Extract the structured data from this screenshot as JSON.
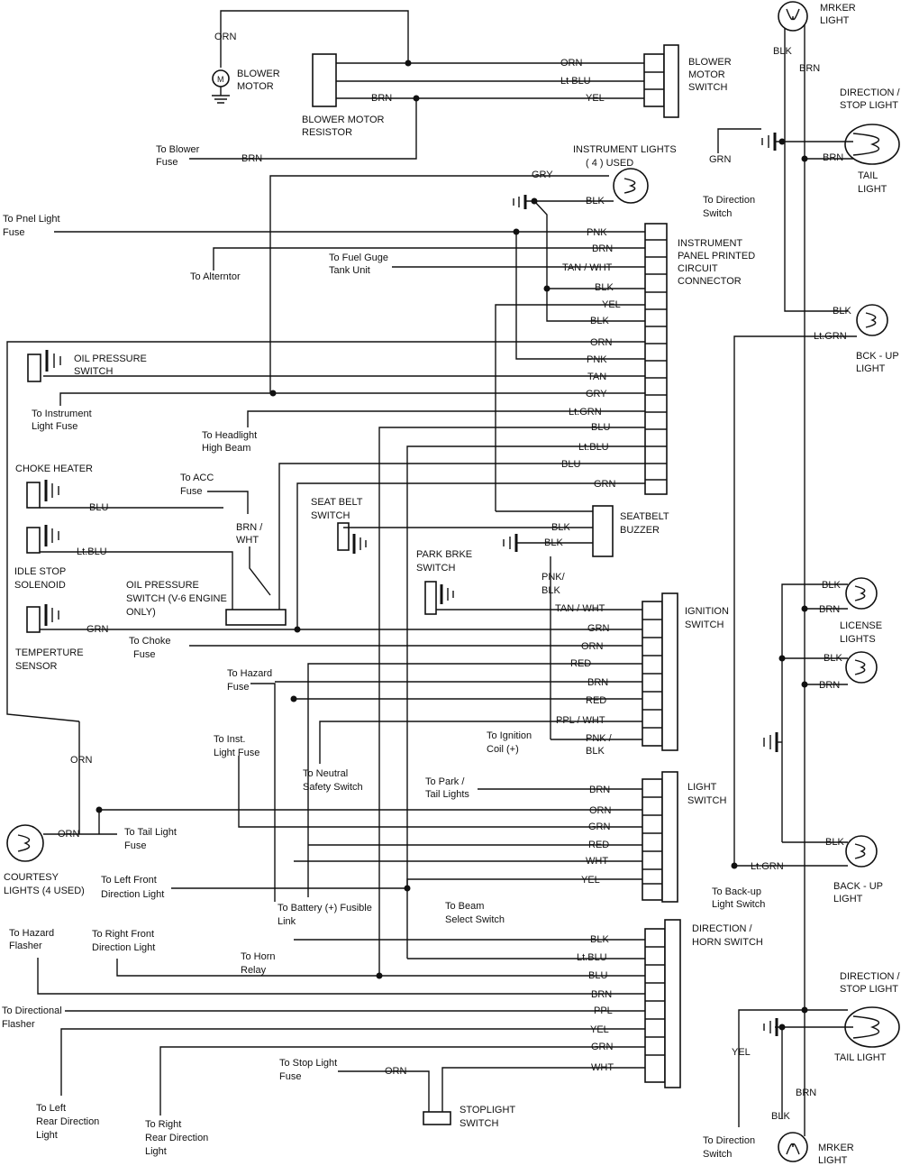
{
  "title": "",
  "components": {
    "blower_motor": [
      "BLOWER",
      "MOTOR"
    ],
    "blower_motor_glyph": "M",
    "blower_resistor": [
      "BLOWER MOTOR",
      "RESISTOR"
    ],
    "blower_switch": [
      "BLOWER",
      "MOTOR",
      "SWITCH"
    ],
    "marker_top": [
      "MRKER",
      "LIGHT"
    ],
    "dir_stop_top": [
      "DIRECTION /",
      "STOP LIGHT"
    ],
    "tail_top": [
      "TAIL",
      "LIGHT"
    ],
    "to_direction_switch_top": [
      "To Direction",
      "Switch"
    ],
    "instrument_lights": [
      "INSTRUMENT LIGHTS",
      "( 4 ) USED"
    ],
    "ip_connector": [
      "INSTRUMENT",
      "PANEL PRINTED",
      "CIRCUIT",
      "CONNECTOR"
    ],
    "oil_switch": [
      "OIL PRESSURE",
      "SWITCH"
    ],
    "backup_top": [
      "BCK - UP",
      "LIGHT"
    ],
    "choke_heater": "CHOKE HEATER",
    "idle_stop": [
      "IDLE STOP",
      "SOLENOID"
    ],
    "oil_switch_v6": [
      "OIL PRESSURE",
      "SWITCH (V-6 ENGINE",
      "ONLY)"
    ],
    "temp_sensor": [
      "TEMPERTURE",
      "SENSOR"
    ],
    "seat_belt_switch": [
      "SEAT BELT",
      "SWITCH"
    ],
    "seatbelt_buzzer": [
      "SEATBELT",
      "BUZZER"
    ],
    "park_brake": [
      "PARK BRKE",
      "SWITCH"
    ],
    "ignition_switch": [
      "IGNITION",
      "SWITCH"
    ],
    "license_lights": [
      "LICENSE",
      "LIGHTS"
    ],
    "light_switch": [
      "LIGHT",
      "SWITCH"
    ],
    "courtesy": [
      "COURTESY",
      "LIGHTS (4 USED)"
    ],
    "backup_bottom": [
      "BACK - UP",
      "LIGHT"
    ],
    "to_backup_switch": [
      "To Back-up",
      "Light Switch"
    ],
    "dir_horn_switch": [
      "DIRECTION /",
      "HORN SWITCH"
    ],
    "dir_stop_bottom": [
      "DIRECTION /",
      "STOP LIGHT"
    ],
    "tail_bottom": "TAIL LIGHT",
    "stoplight_switch": [
      "STOPLIGHT",
      "SWITCH"
    ],
    "to_direction_switch_bottom": [
      "To Direction",
      "Switch"
    ],
    "marker_bottom": [
      "MRKER",
      "LIGHT"
    ]
  },
  "refs": {
    "to_blower_fuse": [
      "To Blower",
      "Fuse"
    ],
    "to_pnel_fuse": [
      "To Pnel Light",
      "Fuse"
    ],
    "to_alterntor": "To Alterntor",
    "to_fuel_gauge": [
      "To Fuel Guge",
      "Tank Unit"
    ],
    "to_instr_fuse": [
      "To Instrument",
      "Light Fuse"
    ],
    "to_headlight": [
      "To Headlight",
      "High Beam"
    ],
    "to_acc_fuse": [
      "To ACC",
      "Fuse"
    ],
    "to_choke_fuse": [
      "To Choke",
      "Fuse"
    ],
    "to_hazard_fuse": [
      "To Hazard",
      "Fuse"
    ],
    "to_ign_coil": [
      "To Ignition",
      "Coil (+)"
    ],
    "to_inst_fuse": [
      "To Inst.",
      "Light Fuse"
    ],
    "to_neutral": [
      "To Neutral",
      "Safety Switch"
    ],
    "to_park_tail": [
      "To Park /",
      "Tail Lights"
    ],
    "to_tail_fuse": [
      "To Tail Light",
      "Fuse"
    ],
    "to_left_front": [
      "To Left Front",
      "Direction Light"
    ],
    "to_battery": [
      "To Battery  (+) Fusible",
      "Link"
    ],
    "to_beam_select": [
      "To Beam",
      "Select Switch"
    ],
    "to_hazard_flasher": [
      "To Hazard",
      "Flasher"
    ],
    "to_right_front": [
      "To Right Front",
      "Direction Light"
    ],
    "to_horn_relay": [
      "To Horn",
      "Relay"
    ],
    "to_dir_flasher": [
      "To Directional",
      "Flasher"
    ],
    "to_stop_fuse": [
      "To Stop Light",
      "Fuse"
    ],
    "to_left_rear": [
      "To Left",
      "Rear Direction",
      "Light"
    ],
    "to_right_rear": [
      "To Right",
      "Rear Direction",
      "Light"
    ]
  },
  "wires": {
    "orn": "ORN",
    "ltblu": "Lt BLU",
    "yel": "YEL",
    "brn": "BRN",
    "gry": "GRY",
    "blk": "BLK",
    "pnk": "PNK",
    "tan_wht": "TAN / WHT",
    "tan": "TAN",
    "ltgrn": "Lt.GRN",
    "blu": "BLU",
    "lt_blu": "Lt.BLU",
    "grn": "GRN",
    "brn_wht": [
      "BRN /",
      "WHT"
    ],
    "pnk_blk": [
      "PNK/",
      "BLK"
    ],
    "red": "RED",
    "ppl_wht": "PPL / WHT",
    "pnk_blk2": [
      "PNK /",
      "BLK"
    ],
    "wht": "WHT",
    "ppl": "PPL",
    "lt_blu2": "Lt.BLU",
    "ltgrn2": "Lt.GRN"
  }
}
